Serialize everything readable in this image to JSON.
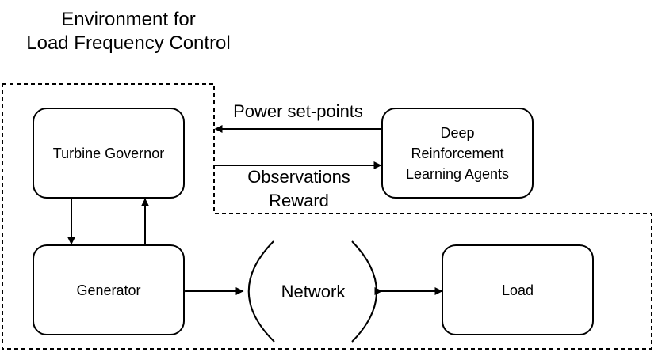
{
  "title": {
    "line1": "Environment for",
    "line2": "Load Frequency Control"
  },
  "nodes": {
    "turbine_governor": "Turbine Governor",
    "generator": "Generator",
    "network": "Network",
    "load": "Load",
    "agents": {
      "line1": "Deep",
      "line2": "Reinforcement",
      "line3": "Learning Agents"
    }
  },
  "edges": {
    "power_setpoints": "Power set-points",
    "observations": "Observations",
    "reward": "Reward"
  }
}
